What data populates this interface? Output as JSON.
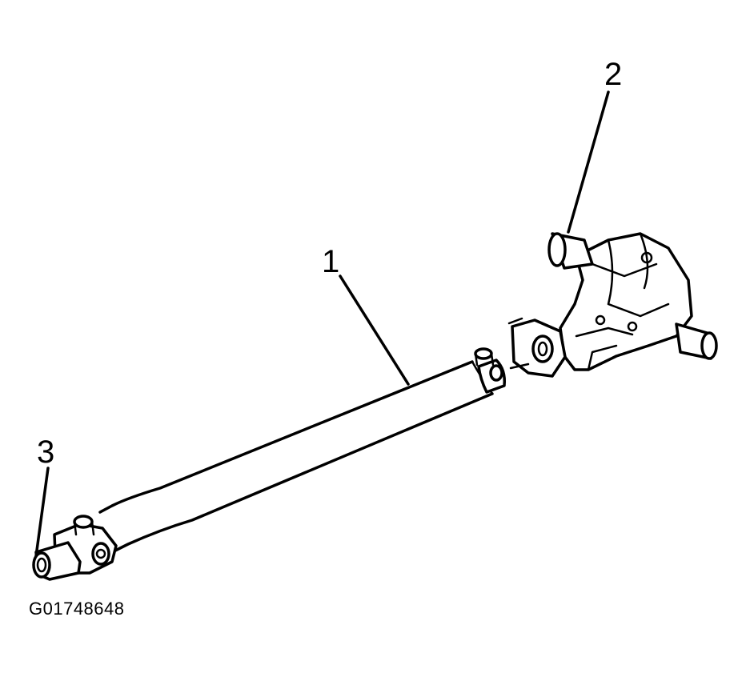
{
  "callouts": [
    {
      "id": "1",
      "text": "1",
      "part": "propeller-shaft"
    },
    {
      "id": "2",
      "text": "2",
      "part": "front-differential"
    },
    {
      "id": "3",
      "text": "3",
      "part": "transfer-case-yoke"
    }
  ],
  "figure_id": "G01748648"
}
